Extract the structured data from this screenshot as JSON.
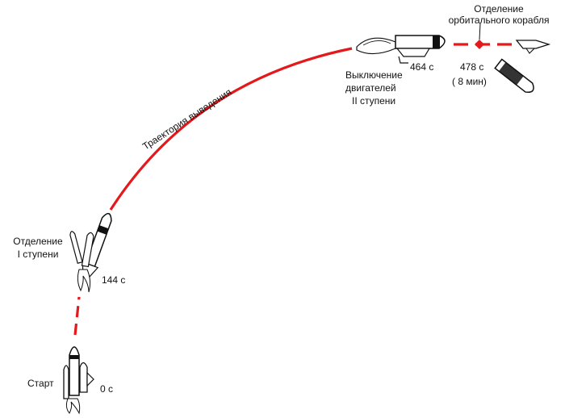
{
  "colors": {
    "trajectory": "#e3191c",
    "ink": "#111111",
    "background": "#ffffff"
  },
  "labels": {
    "trajectory": "Траектория выведения",
    "start": "Старт",
    "t_start": "0 с",
    "stage1_sep_line1": "Отделение",
    "stage1_sep_line2": "I ступени",
    "t_stage1": "144 с",
    "stage2_off_line1": "Выключение",
    "stage2_off_line2": "двигателей",
    "stage2_off_line3": "II ступени",
    "t_stage2": "464 с",
    "orbiter_sep_line1": "Отделение",
    "orbiter_sep_line2": "орбитального корабля",
    "t_orbiter": "478 с",
    "t_orbiter_min": "( 8 мин)"
  },
  "icons": {
    "launch": "rocket-launch-icon",
    "stage1": "stage-separation-icon",
    "stage2": "main-engine-cutoff-icon",
    "orbiter": "orbiter-icon",
    "tank": "external-tank-icon"
  }
}
